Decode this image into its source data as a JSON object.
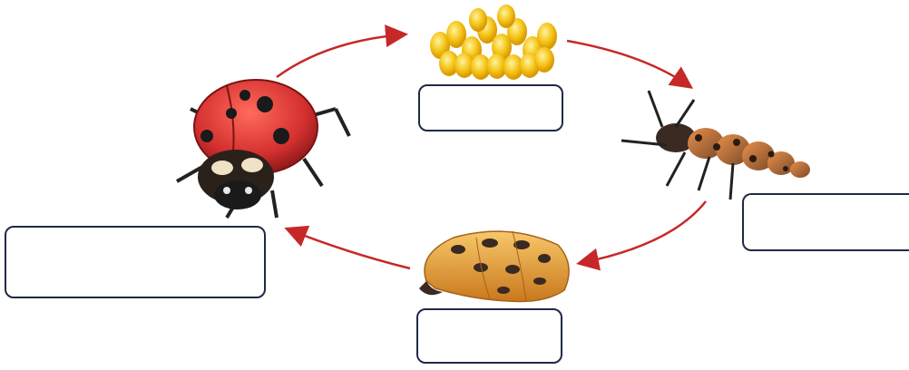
{
  "diagram": {
    "stages": [
      {
        "id": "eggs",
        "icon": "egg-cluster-icon",
        "label": ""
      },
      {
        "id": "larva",
        "icon": "larva-icon",
        "label": ""
      },
      {
        "id": "pupa",
        "icon": "pupa-icon",
        "label": ""
      },
      {
        "id": "adult",
        "icon": "ladybug-icon",
        "label": ""
      }
    ]
  },
  "colors": {
    "arrow": "#c62828",
    "box_border": "#1f2a44",
    "ladybug_red": "#d32f2f",
    "egg_yellow": "#f5c518",
    "larva_orange": "#e07a1f",
    "pupa_orange": "#e8a33a"
  }
}
